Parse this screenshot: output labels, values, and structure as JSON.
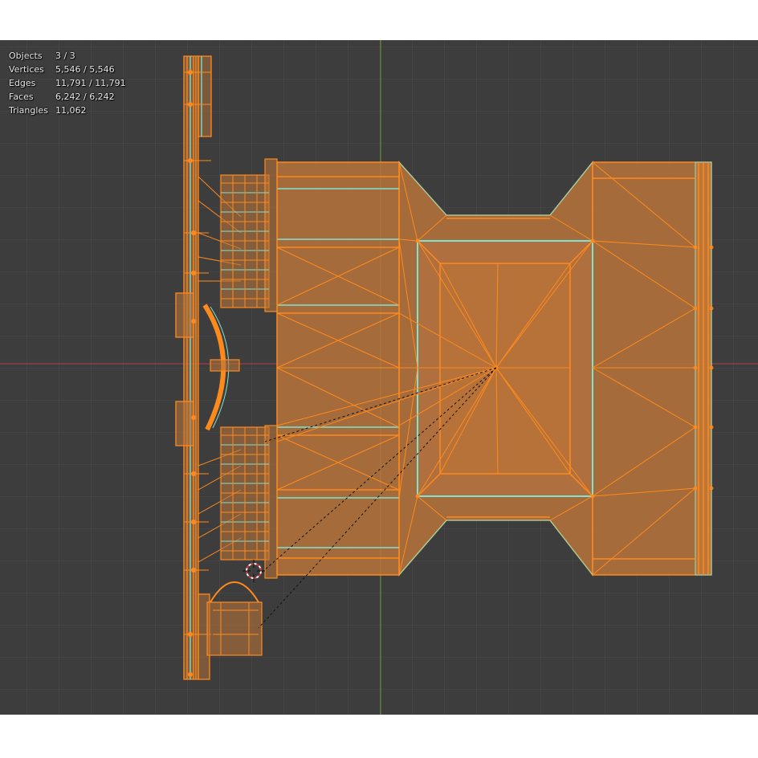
{
  "overlay": {
    "stats": [
      {
        "label": "Objects",
        "value": "3 / 3"
      },
      {
        "label": "Vertices",
        "value": "5,546 / 5,546"
      },
      {
        "label": "Edges",
        "value": "11,791 / 11,791"
      },
      {
        "label": "Faces",
        "value": "6,242 / 6,242"
      },
      {
        "label": "Triangles",
        "value": "11,062"
      }
    ]
  },
  "colors": {
    "background": "#3d3d3d",
    "grid": "#4a4a4a",
    "x_axis": "#b0414b",
    "y_axis": "#6b9a38",
    "selected_wire": "#ff8a1c",
    "active_wire": "#7ee3d0",
    "face_fill": "#c1783a"
  },
  "icons": {
    "cursor": "3d-cursor-icon"
  }
}
